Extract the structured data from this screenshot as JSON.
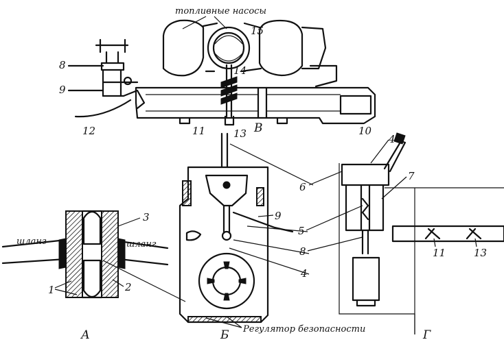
{
  "captions": {
    "fuel_pumps": "топливные насосы",
    "shaft_left": "шланг",
    "shaft_right": "шланг",
    "regulator": "Регулятор безопасности"
  },
  "views": {
    "A": "А",
    "B": "Б",
    "V": "В",
    "G": "Г"
  },
  "labels": {
    "l1": "1",
    "l2": "2",
    "l3": "3",
    "l4": "4",
    "l5": "5",
    "l6": "6",
    "l7": "7",
    "l8a": "8",
    "l8b": "8",
    "l9a": "9",
    "l9b": "9",
    "l10": "10",
    "l11a": "11",
    "l11b": "11",
    "l12": "12",
    "l13a": "13",
    "l13b": "13",
    "l14": "14",
    "l15": "15"
  }
}
